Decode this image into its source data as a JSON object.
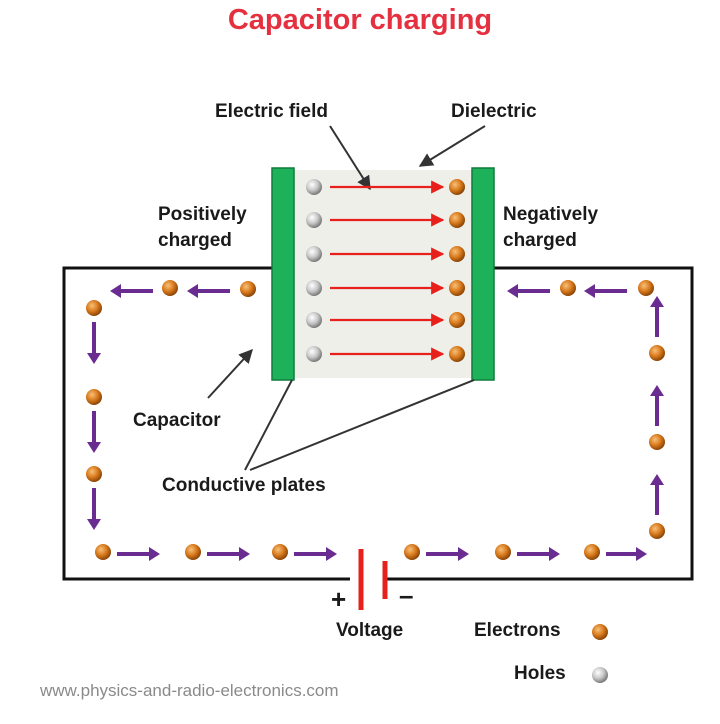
{
  "title": "Capacitor charging",
  "labels": {
    "electric_field": "Electric field",
    "dielectric": "Dielectric",
    "positively_charged_line1": "Positively",
    "positively_charged_line2": "charged",
    "negatively_charged_line1": "Negatively",
    "negatively_charged_line2": "charged",
    "capacitor": "Capacitor",
    "conductive_plates": "Conductive plates",
    "voltage": "Voltage",
    "plus_sign": "+",
    "minus_sign": "–"
  },
  "legend": {
    "electrons": "Electrons",
    "holes": "Holes"
  },
  "watermark": "www.physics-and-radio-electronics.com",
  "colors": {
    "title": "#e53040",
    "plate": "#1db15a",
    "dielectric": "#efefea",
    "field_arrow": "#e8201c",
    "flow_arrow": "#6a2c91",
    "electron": "#d97a1c",
    "hole": "#c8c8c8",
    "battery": "#e8201c",
    "wire": "#111111"
  }
}
